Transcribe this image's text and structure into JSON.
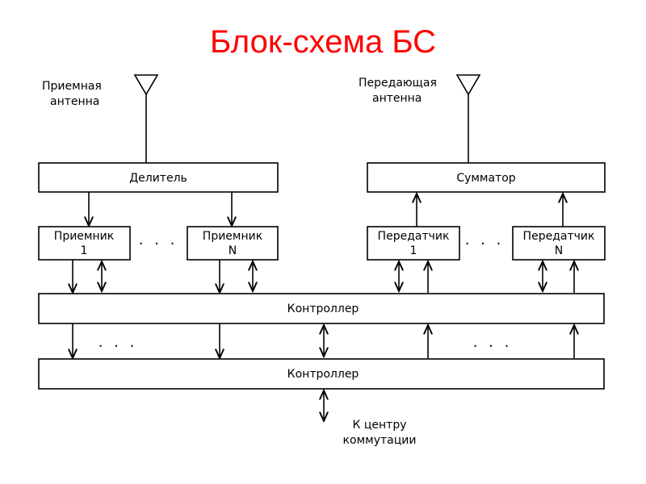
{
  "title": "Блок-схема БС",
  "rx_antenna": [
    "Приемная",
    "антенна"
  ],
  "tx_antenna": [
    "Передающая",
    "антенна"
  ],
  "splitter": "Делитель",
  "combiner": "Сумматор",
  "receiver_1": [
    "Приемник",
    "1"
  ],
  "receiver_n": [
    "Приемник",
    "N"
  ],
  "transmitter_1": [
    "Передатчик",
    "1"
  ],
  "transmitter_n": [
    "Передатчик",
    "N"
  ],
  "controller_upper": "Контроллер",
  "controller_lower": "Контроллер",
  "ellipsis": ". . .",
  "switching_center": [
    "К центру",
    "коммутации"
  ]
}
